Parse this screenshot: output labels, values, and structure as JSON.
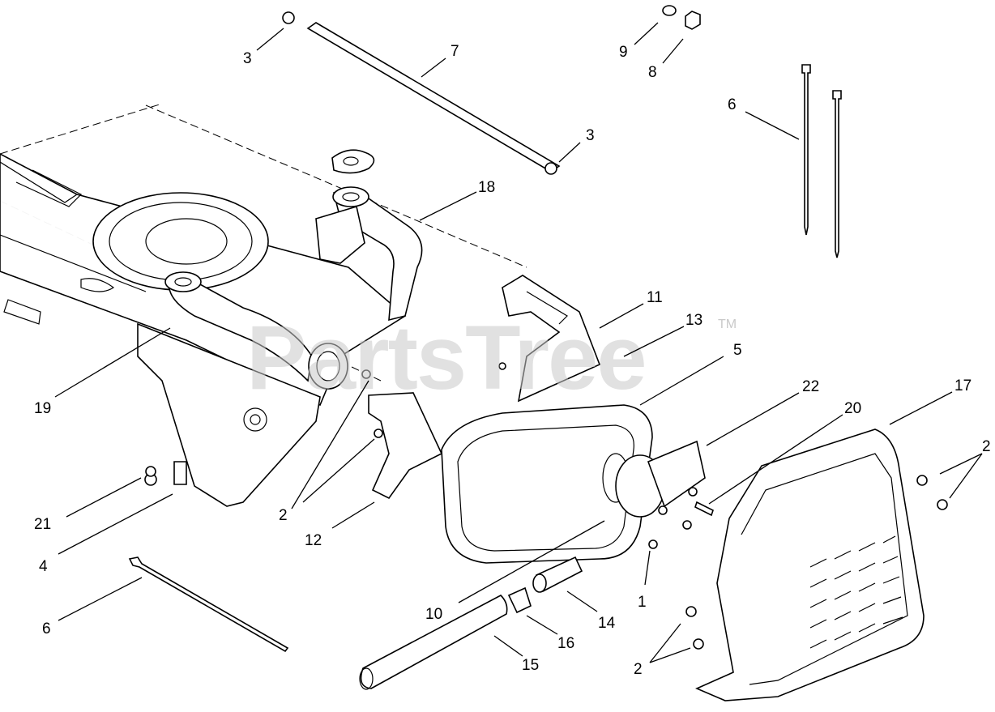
{
  "watermark": {
    "text": "PartsTree",
    "trademark": "TM"
  },
  "callouts": [
    {
      "id": "c1",
      "label": "3"
    },
    {
      "id": "c2",
      "label": "7"
    },
    {
      "id": "c3",
      "label": "9"
    },
    {
      "id": "c4",
      "label": "8"
    },
    {
      "id": "c5",
      "label": "6"
    },
    {
      "id": "c6",
      "label": "3"
    },
    {
      "id": "c7",
      "label": "18"
    },
    {
      "id": "c8",
      "label": "11"
    },
    {
      "id": "c9",
      "label": "13"
    },
    {
      "id": "c10",
      "label": "5"
    },
    {
      "id": "c11",
      "label": "22"
    },
    {
      "id": "c12",
      "label": "17"
    },
    {
      "id": "c13",
      "label": "20"
    },
    {
      "id": "c14",
      "label": "2"
    },
    {
      "id": "c15",
      "label": "19"
    },
    {
      "id": "c16",
      "label": "21"
    },
    {
      "id": "c17",
      "label": "2"
    },
    {
      "id": "c18",
      "label": "12"
    },
    {
      "id": "c19",
      "label": "4"
    },
    {
      "id": "c20",
      "label": "1"
    },
    {
      "id": "c21",
      "label": "10"
    },
    {
      "id": "c22",
      "label": "14"
    },
    {
      "id": "c23",
      "label": "6"
    },
    {
      "id": "c24",
      "label": "16"
    },
    {
      "id": "c25",
      "label": "15"
    },
    {
      "id": "c26",
      "label": "2"
    }
  ]
}
